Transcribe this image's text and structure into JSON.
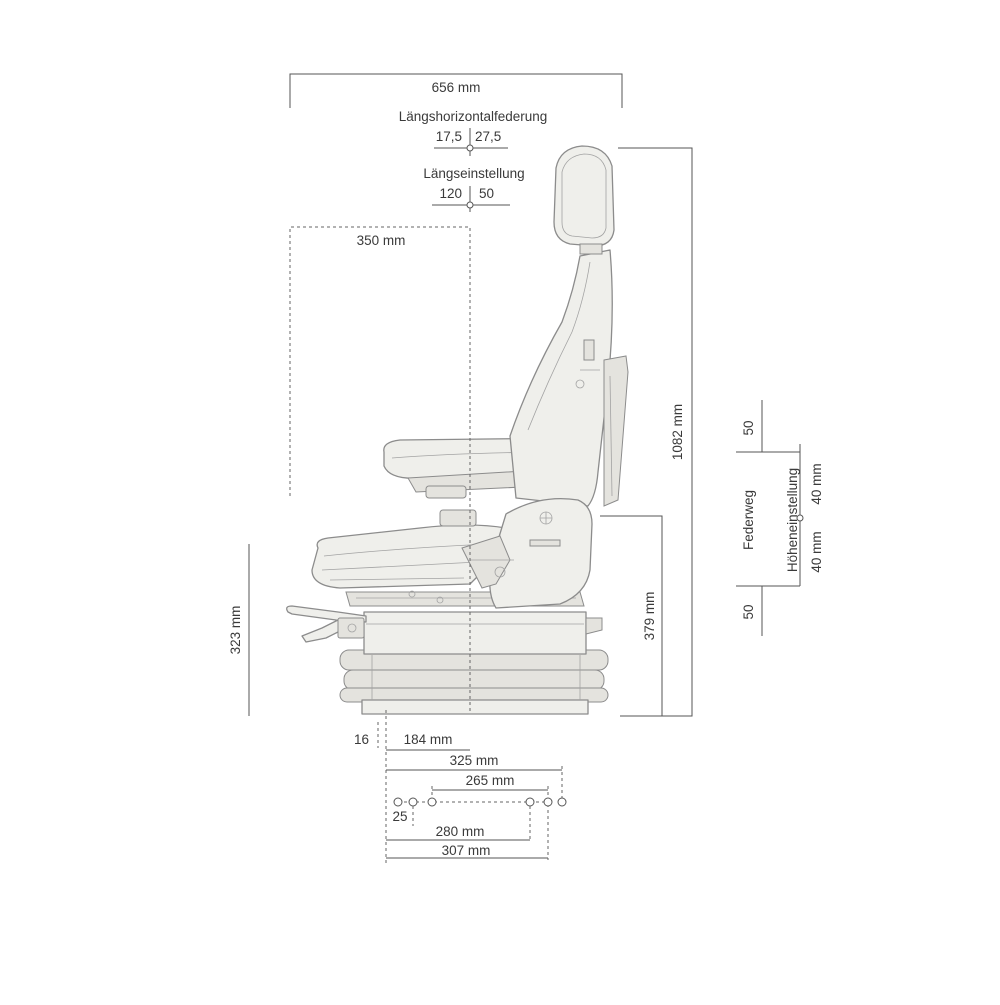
{
  "diagram": {
    "dimensions": {
      "overall_width": "656 mm",
      "spring_title": "Längshorizontalfederung",
      "spring_left": "17,5",
      "spring_right": "27,5",
      "adjust_title": "Längseinstellung",
      "adjust_left": "120",
      "adjust_right": "50",
      "seat_depth": "350 mm",
      "total_height": "1082 mm",
      "base_height": "323 mm",
      "seat_height": "379 mm",
      "travel_top": "50",
      "travel_bottom": "50",
      "travel_label": "Federweg",
      "height_adjust_label": "Höheneinstellung",
      "height_up": "40 mm",
      "height_down": "40 mm",
      "offset_16": "16",
      "offset_184": "184 mm",
      "rail_325": "325 mm",
      "rail_265": "265 mm",
      "rail_25": "25",
      "rail_280": "280 mm",
      "rail_307": "307 mm"
    },
    "colors": {
      "line": "#555555",
      "seat_outline": "#8c8c8c",
      "seat_fill": "#efefeb",
      "text": "#3a3a3a"
    }
  }
}
